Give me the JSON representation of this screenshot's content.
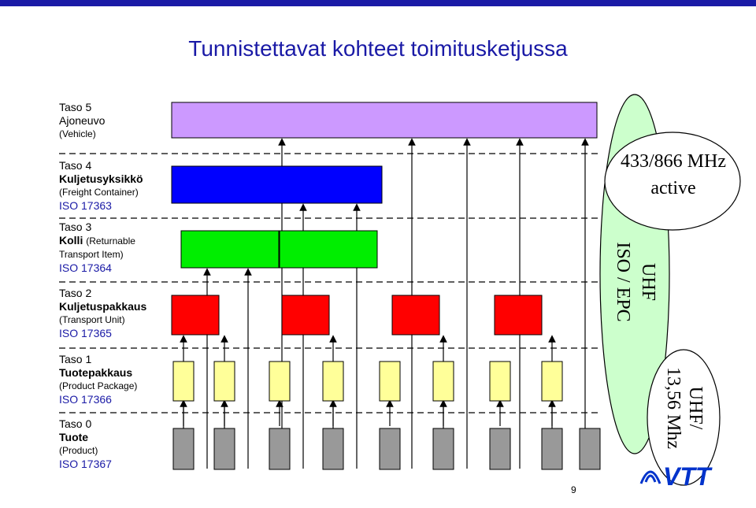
{
  "title": "Tunnistettavat kohteet toimitusketjussa",
  "levels": [
    {
      "name": "Taso 5",
      "item": "Ajoneuvo",
      "sub": "(Vehicle)",
      "iso": ""
    },
    {
      "name": "Taso 4",
      "item": "Kuljetusyksikkö",
      "sub": "(Freight Container)",
      "iso": "ISO 17363"
    },
    {
      "name": "Taso 3",
      "item": "Kolli",
      "sub_inline": "(Returnable",
      "sub": "Transport Item)",
      "iso": "ISO 17364"
    },
    {
      "name": "Taso 2",
      "item": "Kuljetuspakkaus",
      "sub": "(Transport Unit)",
      "iso": "ISO 17365"
    },
    {
      "name": "Taso 1",
      "item": "Tuotepakkaus",
      "sub": "(Product Package)",
      "iso": "ISO 17366"
    },
    {
      "name": "Taso 0",
      "item": "Tuote",
      "sub": "(Product)",
      "iso": "ISO 17367"
    }
  ],
  "bubbles": {
    "active": {
      "line1": "433/866 MHz",
      "line2": "active"
    },
    "uhf": {
      "line1": "UHF",
      "line2": "ISO / EPC"
    },
    "hf": {
      "line1": "UHF/",
      "line2": "13,56 Mhz"
    }
  },
  "page_number": "9",
  "logo_text": "VTT",
  "colors": {
    "vehicle": "#cc99ff",
    "container": "#0000ff",
    "transport_item": "#00ee00",
    "transport_unit": "#ff0000",
    "product_package": "#ffff99",
    "product": "#999999",
    "band": "#ccffcc",
    "title": "#1a1aa6",
    "logo": "#0033cc"
  }
}
